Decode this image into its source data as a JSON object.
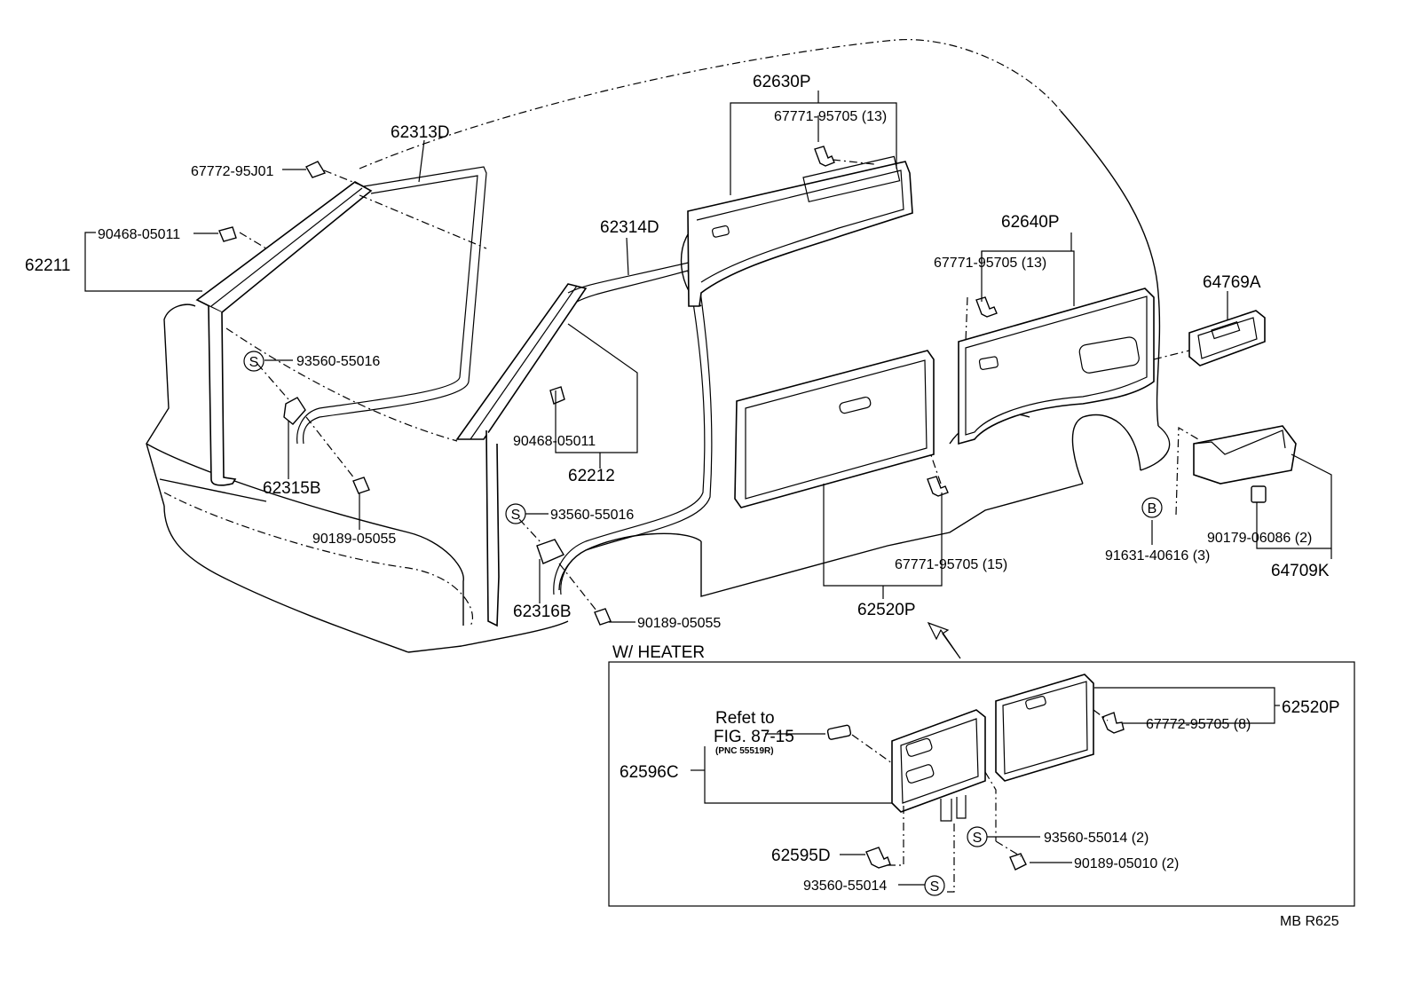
{
  "labels": {
    "p62630P": "62630P",
    "p62630P_clip": "67771-95705 (13)",
    "p62313D": "62313D",
    "p67772_95J01": "67772-95J01",
    "p90468_05011_a": "90468-05011",
    "p62211": "62211",
    "p93560_55016_a": "93560-55016",
    "p62315B": "62315B",
    "p90189_05055_a": "90189-05055",
    "p62314D": "62314D",
    "p90468_05011_b": "90468-05011",
    "p62212": "62212",
    "p93560_55016_b": "93560-55016",
    "p62316B": "62316B",
    "p90189_05055_b": "90189-05055",
    "p62640P": "62640P",
    "p62640P_clip": "67771-95705 (13)",
    "p64769A": "64769A",
    "p62520P_clip": "67771-95705 (15)",
    "p62520P": "62520P",
    "p91631_40616": "91631-40616 (3)",
    "p90179_06086": "90179-06086 (2)",
    "p64709K": "64709K",
    "heater_title": "W/ HEATER",
    "refer_line1": "Refet to",
    "refer_line2": "FIG. 87-15",
    "refer_line3": "(PNC 55519R)",
    "p62596C": "62596C",
    "p62520P_heater": "62520P",
    "p67772_95705": "67772-95705 (8)",
    "p93560_55014_a": "93560-55014 (2)",
    "p90189_05010": "90189-05010 (2)",
    "p62595D": "62595D",
    "p93560_55014_b": "93560-55014",
    "footer": "MB  R625",
    "s_symbol": "S",
    "b_symbol": "B"
  }
}
